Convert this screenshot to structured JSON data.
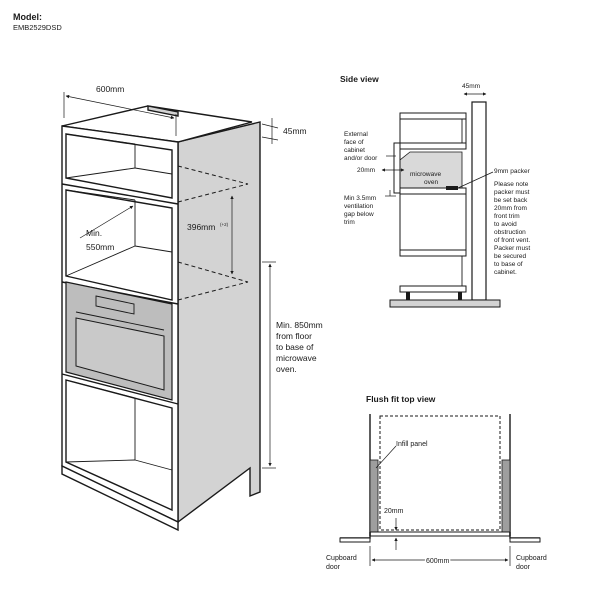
{
  "header": {
    "model_label": "Model:",
    "model_number": "EMB2529DSD"
  },
  "main_view": {
    "width_label": "600mm",
    "depth_label": "45mm",
    "height_label": "396mm",
    "height_superscript": "(+2)",
    "min_depth_line1": "Min.",
    "min_depth_line2": "550mm",
    "floor_note": [
      "Min. 850mm",
      "from floor",
      "to base of",
      "microwave",
      "oven."
    ]
  },
  "side_view": {
    "title": "Side view",
    "top_dim": "45mm",
    "external_face": [
      "External",
      "face of",
      "cabinet",
      "and/or door"
    ],
    "dim_20mm": "20mm",
    "appliance_label": [
      "microwave",
      "oven"
    ],
    "ventilation": [
      "Min 3.5mm",
      "ventilation",
      "gap below",
      "trim"
    ],
    "packer_title": "9mm packer",
    "packer_note": [
      "Please note",
      "packer must",
      "be set back",
      "20mm from",
      "front trim",
      "to avoid",
      "obstruction",
      "of front vent.",
      "Packer must",
      "be secured",
      "to base of",
      "cabinet."
    ]
  },
  "top_view": {
    "title": "Flush fit top view",
    "infill_label": "Infill panel",
    "dim_20mm": "20mm",
    "width_label": "600mm",
    "left_door": [
      "Cupboard",
      "door"
    ],
    "right_door": [
      "Cupboard",
      "door"
    ]
  }
}
